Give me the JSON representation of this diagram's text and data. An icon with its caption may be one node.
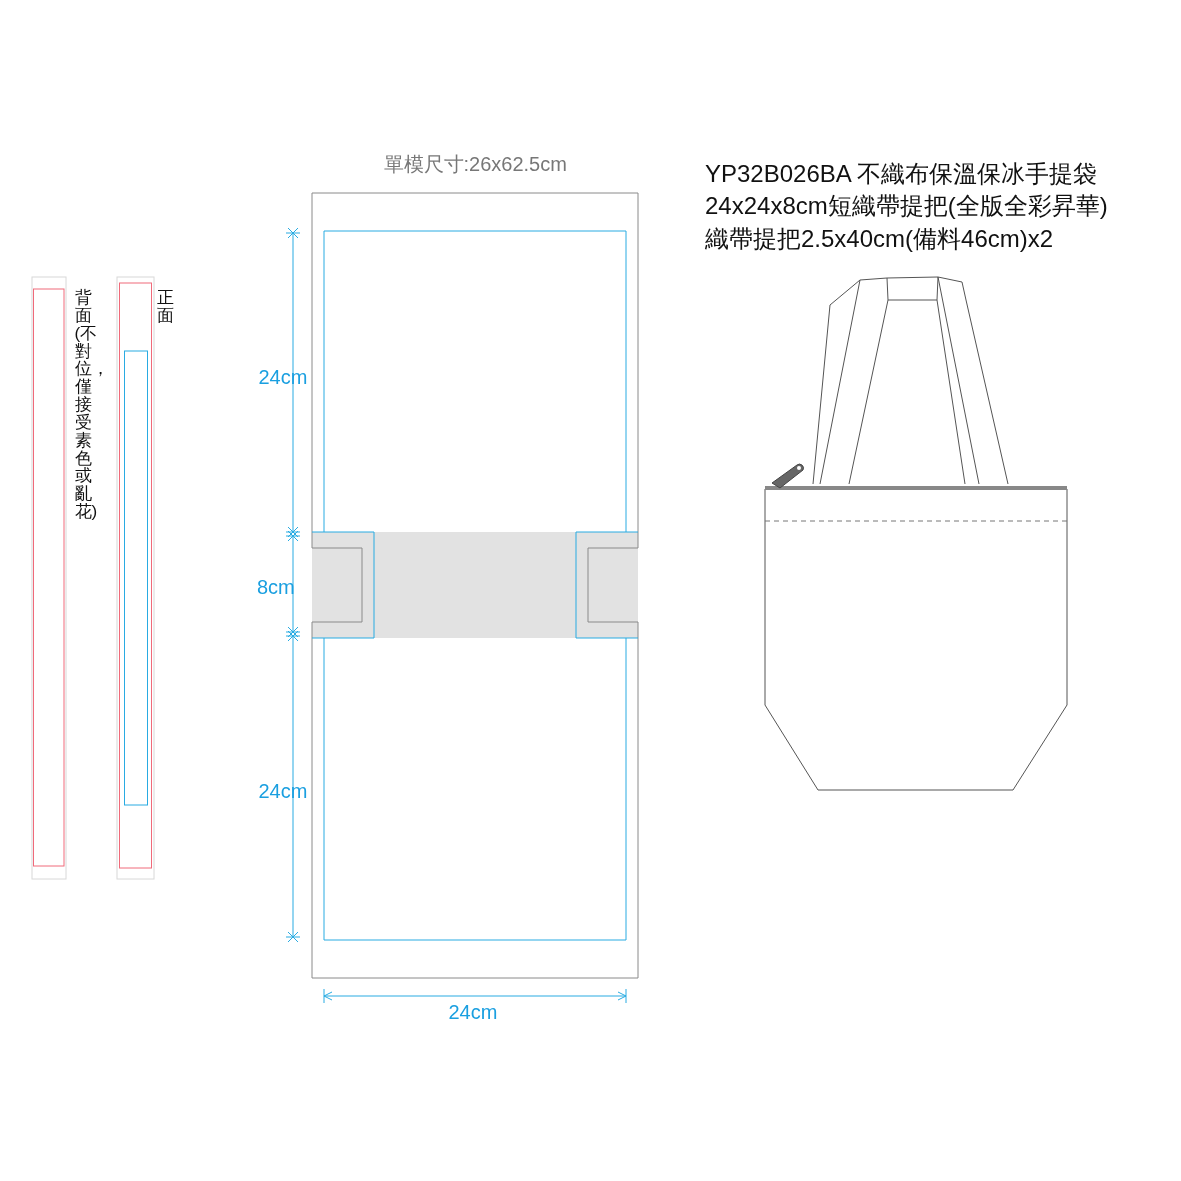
{
  "diagram": {
    "labels": [
      "單模尺寸:26x62.5cm",
      "YP32B026BA 不織布保溫保冰手提袋",
      "24x24x8cm短織帶提把(全版全彩昇華)",
      "織帶提把2.5x40cm(備料46cm)x2",
      "背面(不對位，僅接受素色或亂花)",
      "正面",
      "24cm",
      "8cm",
      "24cm",
      "24cm"
    ]
  }
}
